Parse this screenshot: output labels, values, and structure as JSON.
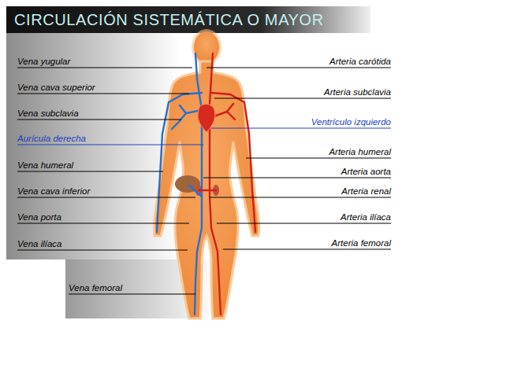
{
  "diagram": {
    "title": "CIRCULACIÓN SISTEMÁTICA O MAYOR",
    "labels": [
      "Vena yugular",
      "Vena cava superior",
      "Vena subclavia",
      "Aurícula derecha",
      "Vena humeral",
      "Vena cava inferior",
      "Vena porta",
      "Vena ilíaca",
      "Vena femoral",
      "Arteria carótida",
      "Arteria subclavia",
      "Ventrículo izquierdo",
      "Arteria humeral",
      "Arteria aorta",
      "Arteria renal",
      "Arteria ilíaca",
      "Arteria femoral"
    ]
  }
}
